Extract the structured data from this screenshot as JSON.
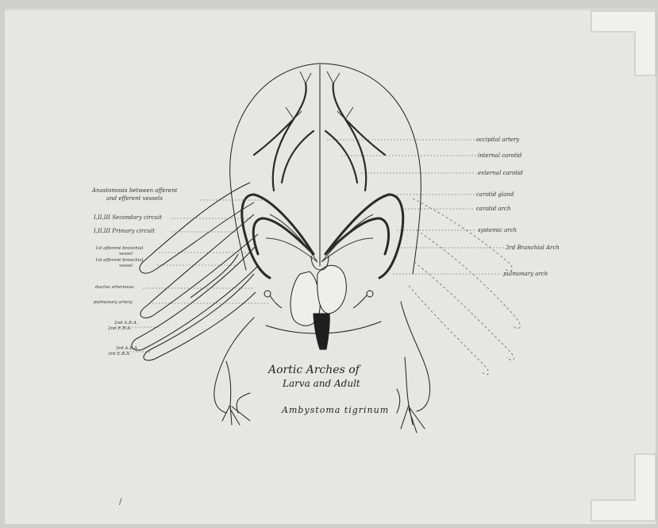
{
  "labels_right": {
    "occipital_artery": "occipital artery",
    "internal_carotid": "internal carotid",
    "external_carotid": "external carotid",
    "carotid_gland": "carotid gland",
    "carotid_arch": "carotid arch",
    "systemic_arch": "systemic arch",
    "branchial_arch_3": "3rd Branchial Arch",
    "pulmonary_arch": "pulmonary arch"
  },
  "labels_left": {
    "anastomosis_1": "Anastomosis between afferent",
    "anastomosis_2": "and efferent vessels",
    "secondary_circuit": "I,II,III Secondary circuit",
    "primary_circuit": "I,II,III Primary circuit",
    "afferent_1": "1st afferent branchial",
    "afferent_2": "vessel",
    "efferent_1": "1st efferent branchial",
    "efferent_2": "vessel",
    "ductus": "ductus arteriosus",
    "pulmonary_artery": "pulmonary artery",
    "aba_2": "2nd A.B.A.",
    "eba_2": "2nd E.B.A.",
    "aba_3": "3rd A.B.A.",
    "eba_3": "3rd E.B.A."
  },
  "title": {
    "line1": "Aortic Arches of",
    "line2": "Larva and Adult",
    "line3": "Ambystoma tigrinum"
  },
  "colors": {
    "paper": "#e6e6e4",
    "ink": "#1f1f1f",
    "vessel": "#2a2a2a"
  }
}
